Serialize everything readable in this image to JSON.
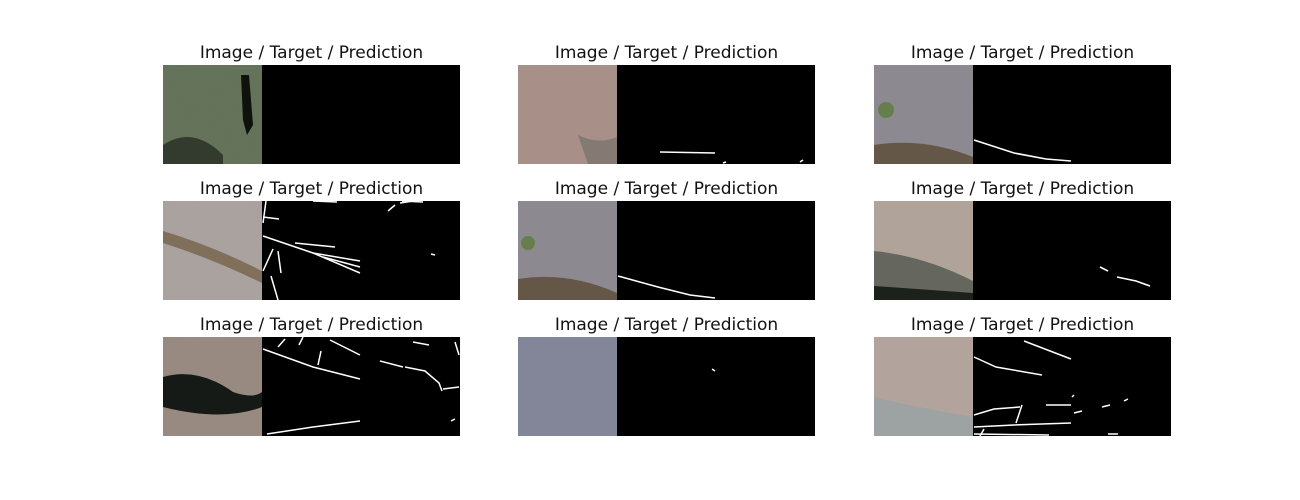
{
  "figure": {
    "panels": [
      {
        "id": 1,
        "title": "Image / Target / Prediction",
        "image_style": "dark-vegetation"
      },
      {
        "id": 2,
        "title": "Image / Target / Prediction",
        "image_style": "pink-granite"
      },
      {
        "id": 3,
        "title": "Image / Target / Prediction",
        "image_style": "grey-granite-vein"
      },
      {
        "id": 4,
        "title": "Image / Target / Prediction",
        "image_style": "granite-vein"
      },
      {
        "id": 5,
        "title": "Image / Target / Prediction",
        "image_style": "grey-granite-vein"
      },
      {
        "id": 6,
        "title": "Image / Target / Prediction",
        "image_style": "granite-shadow"
      },
      {
        "id": 7,
        "title": "Image / Target / Prediction",
        "image_style": "dark-crevice"
      },
      {
        "id": 8,
        "title": "Image / Target / Prediction",
        "image_style": "blue-granite"
      },
      {
        "id": 9,
        "title": "Image / Target / Prediction",
        "image_style": "pale-granite"
      }
    ]
  }
}
